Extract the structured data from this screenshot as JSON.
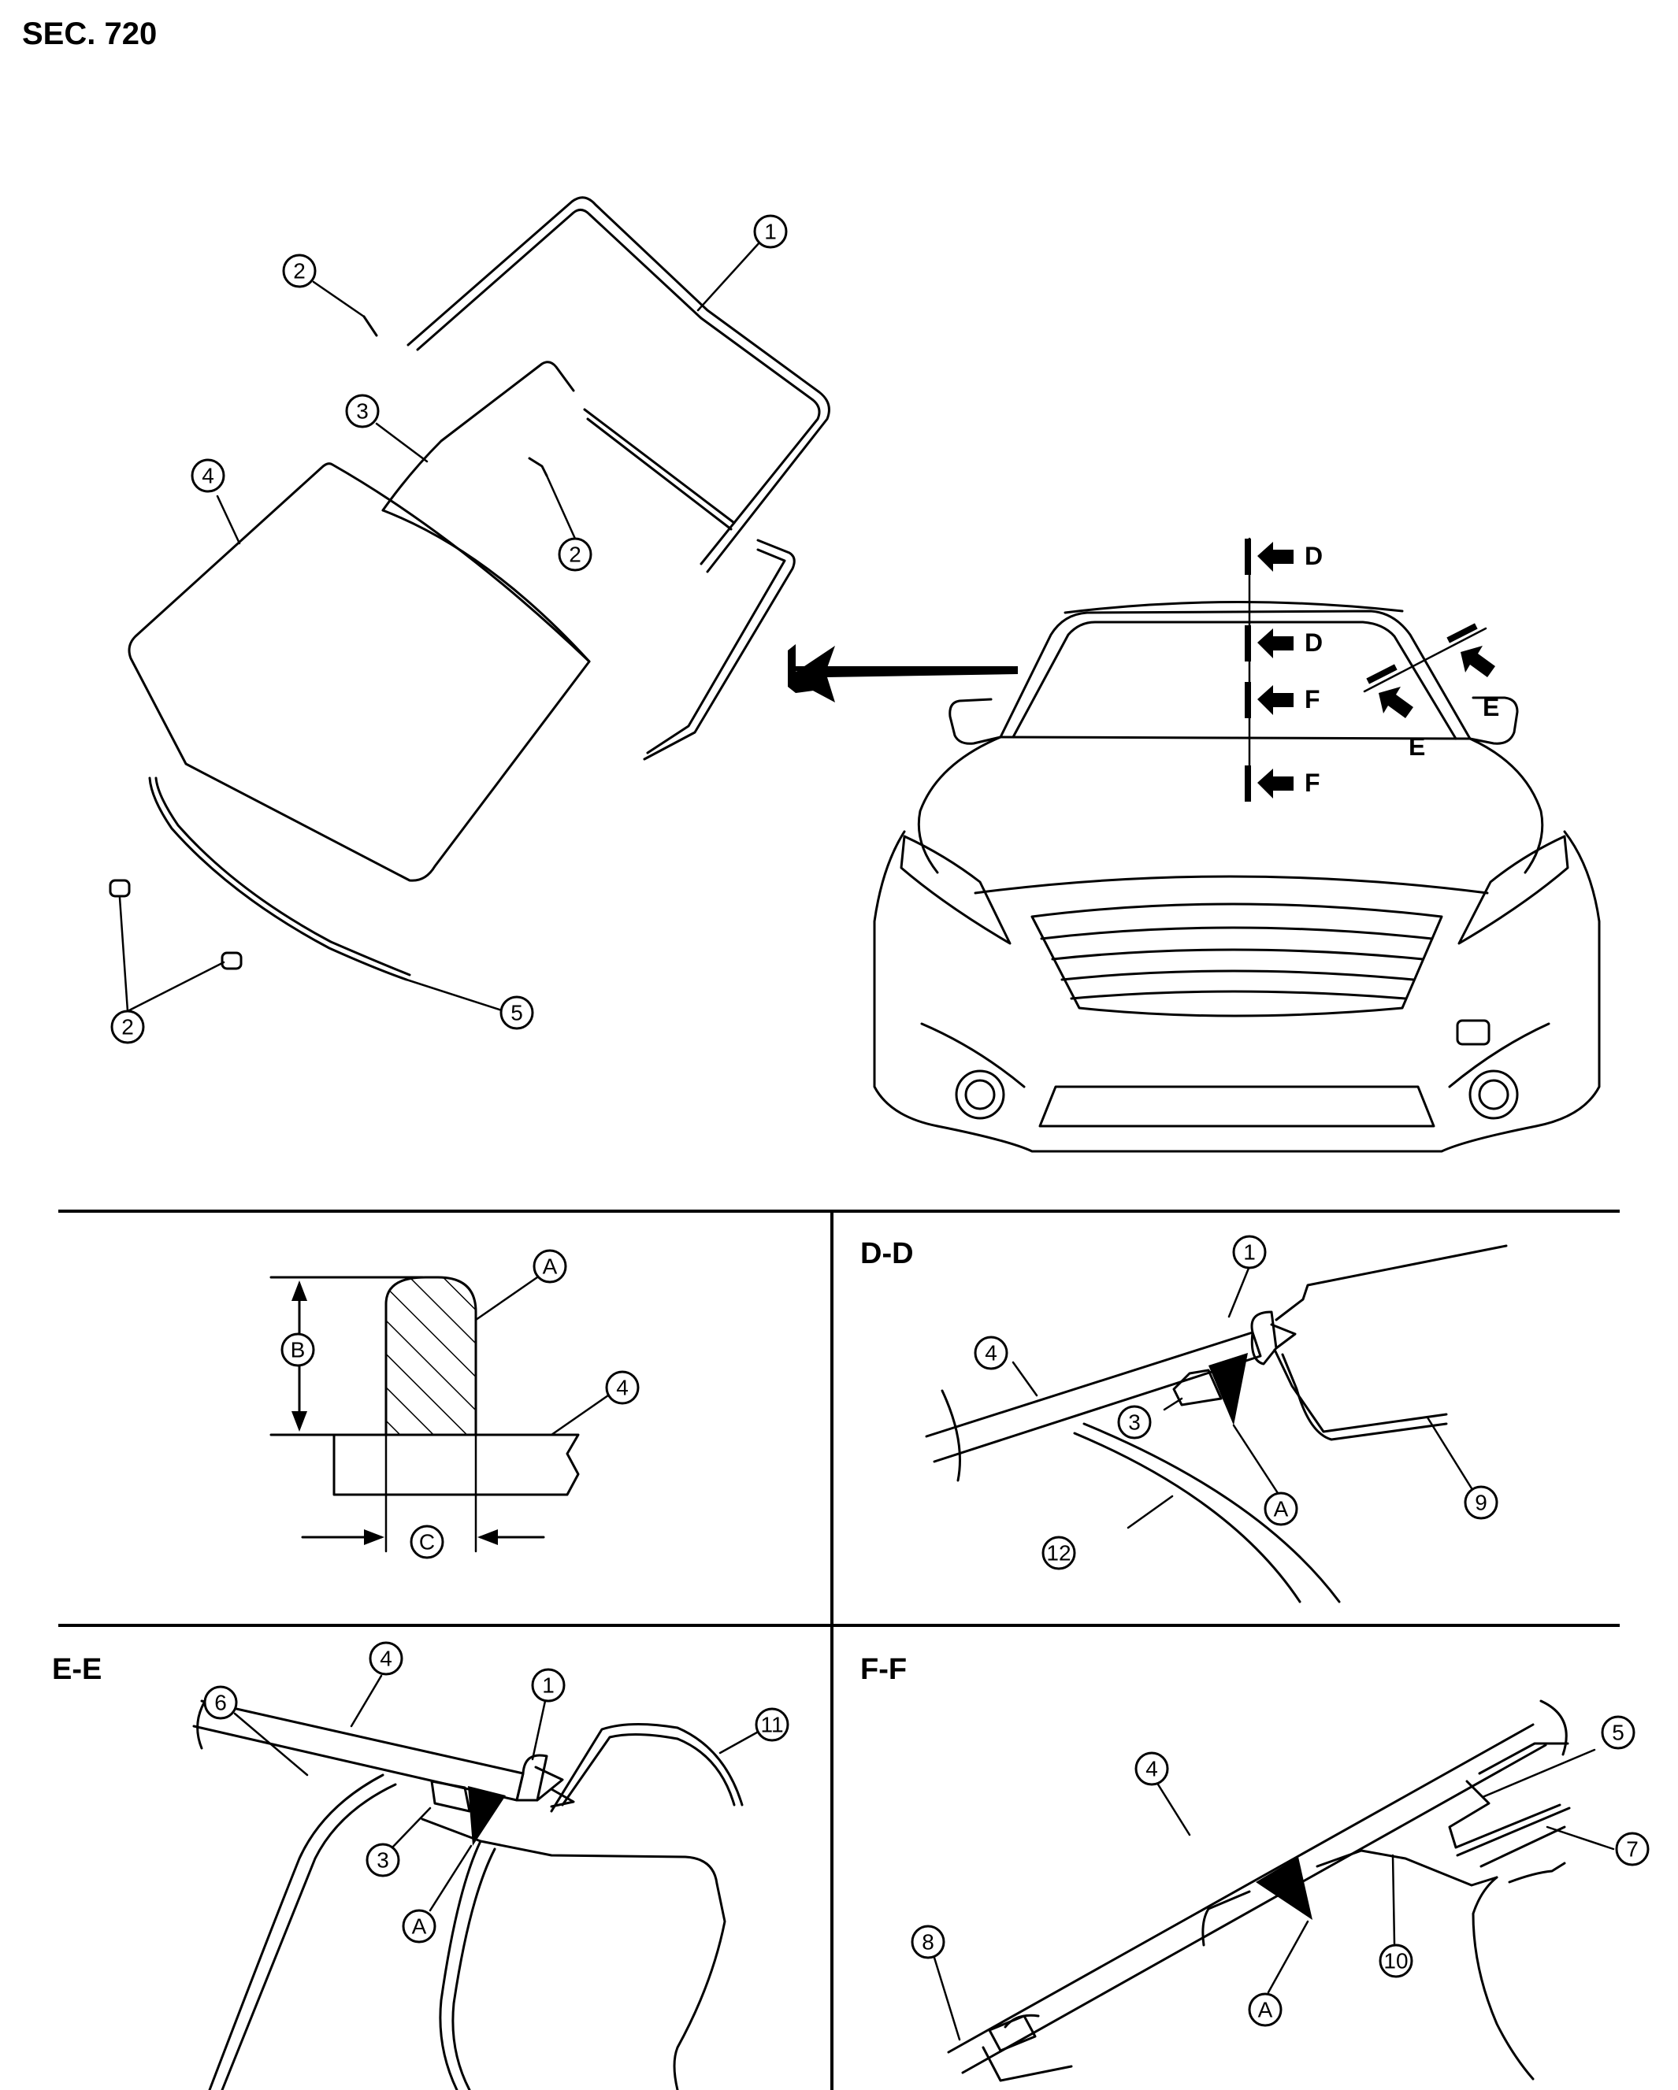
{
  "header": {
    "section": "SEC. 720"
  },
  "section_view_markers": {
    "d": "D",
    "e": "E",
    "f": "F"
  },
  "panels": {
    "bead": {
      "callouts": {
        "a": "A",
        "b": "B",
        "c": "C",
        "four": "4"
      }
    },
    "dd": {
      "title": "D-D",
      "callouts": {
        "one": "1",
        "three": "3",
        "four": "4",
        "a": "A",
        "nine": "9",
        "twelve": "12"
      }
    },
    "ee": {
      "title": "E-E",
      "callouts": {
        "one": "1",
        "three": "3",
        "four": "4",
        "a": "A",
        "six": "6",
        "eleven": "11"
      }
    },
    "ff": {
      "title": "F-F",
      "callouts": {
        "four": "4",
        "five": "5",
        "seven": "7",
        "eight": "8",
        "ten": "10",
        "a": "A"
      }
    }
  },
  "exploded_view": {
    "callouts": {
      "one": "1",
      "two_top": "2",
      "three": "3",
      "two_mid": "2",
      "four": "4",
      "two_bottom": "2",
      "five": "5"
    }
  }
}
